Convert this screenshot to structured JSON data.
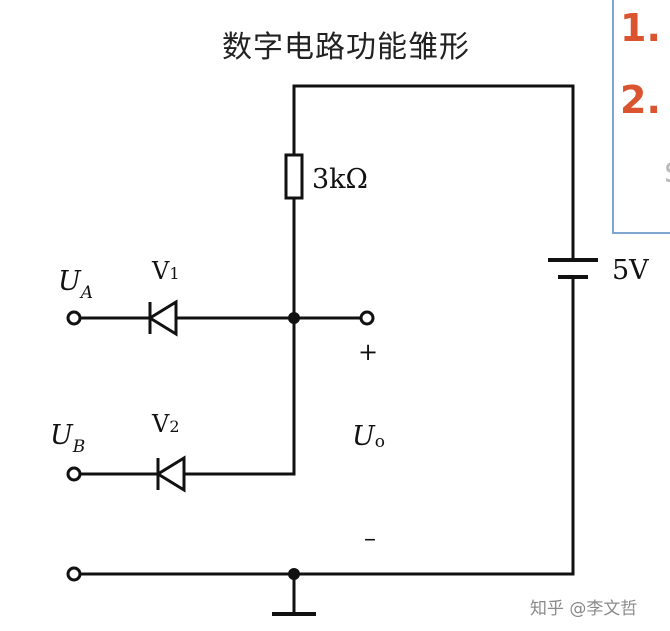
{
  "title": "数字电路功能雏形",
  "labels": {
    "resistor": "3kΩ",
    "supply": "5V",
    "diode1_prefix": "V",
    "diode1_sub": "1",
    "diode2_prefix": "V",
    "diode2_sub": "2",
    "input_a_main": "U",
    "input_a_sub": "A",
    "input_b_main": "U",
    "input_b_sub": "B",
    "output_main": "U",
    "output_sub": "o",
    "plus": "+",
    "minus": "–"
  },
  "side_panel": {
    "item1": "1.",
    "item2": "2.",
    "hint": "s"
  },
  "watermark": "知乎 @李文哲"
}
